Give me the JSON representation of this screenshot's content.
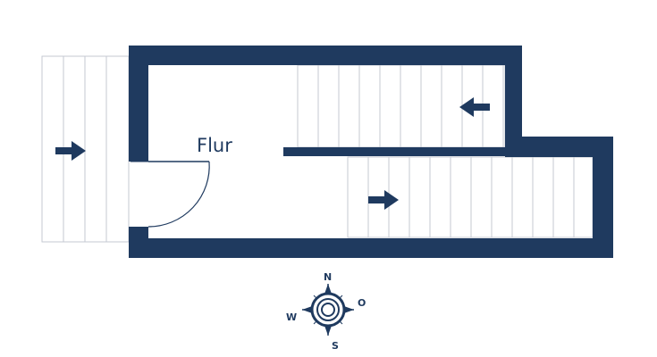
{
  "floorplan": {
    "room_label": "Flur",
    "colors": {
      "wall": "#1f3a5f",
      "stair_line": "#c4c9d2",
      "text": "#1f3a5f",
      "background": "#ffffff"
    },
    "stairs": [
      {
        "name": "stair-left-entrance",
        "direction": "right"
      },
      {
        "name": "stair-upper-right",
        "direction": "left"
      },
      {
        "name": "stair-lower-right",
        "direction": "right"
      }
    ]
  },
  "compass": {
    "north": "N",
    "east": "O",
    "south": "S",
    "west": "W"
  }
}
